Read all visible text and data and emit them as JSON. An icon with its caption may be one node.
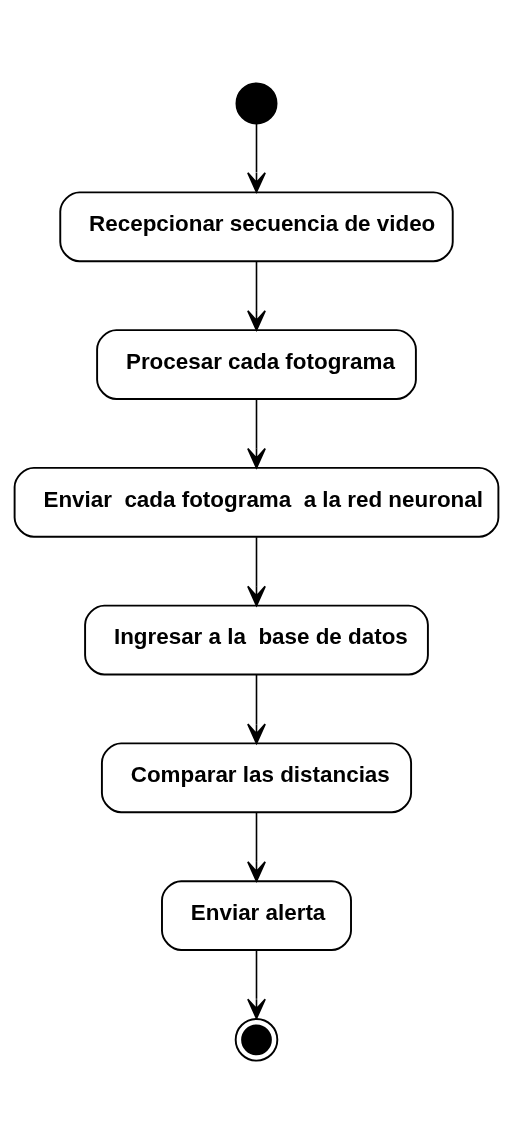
{
  "diagram": {
    "nodes": [
      {
        "text": [],
        "shape": "circle"
      },
      {
        "text": [
          "Recepcionar secuencia de video"
        ]
      },
      {
        "text": [
          "Procesar cada fotograma"
        ]
      },
      {
        "text": [
          "Enviar  cada fotograma  a la red neuronal"
        ]
      },
      {
        "text": [
          "Ingresar a la  base de datos"
        ]
      },
      {
        "text": [
          "Comparar las distancias"
        ]
      },
      {
        "text": [
          "Enviar alerta"
        ]
      },
      {
        "text": [],
        "shape": "bullseye"
      }
    ],
    "edges": [
      {
        "from": 0,
        "to": 1,
        "arrow": "to"
      },
      {
        "from": 1,
        "to": 2,
        "arrow": "to"
      },
      {
        "from": 2,
        "to": 3,
        "arrow": "to"
      },
      {
        "from": 3,
        "to": 4,
        "arrow": "to"
      },
      {
        "from": 4,
        "to": 5,
        "arrow": "to"
      },
      {
        "from": 5,
        "to": 6,
        "arrow": "to"
      },
      {
        "from": 6,
        "to": 7,
        "arrow": "to"
      }
    ]
  }
}
